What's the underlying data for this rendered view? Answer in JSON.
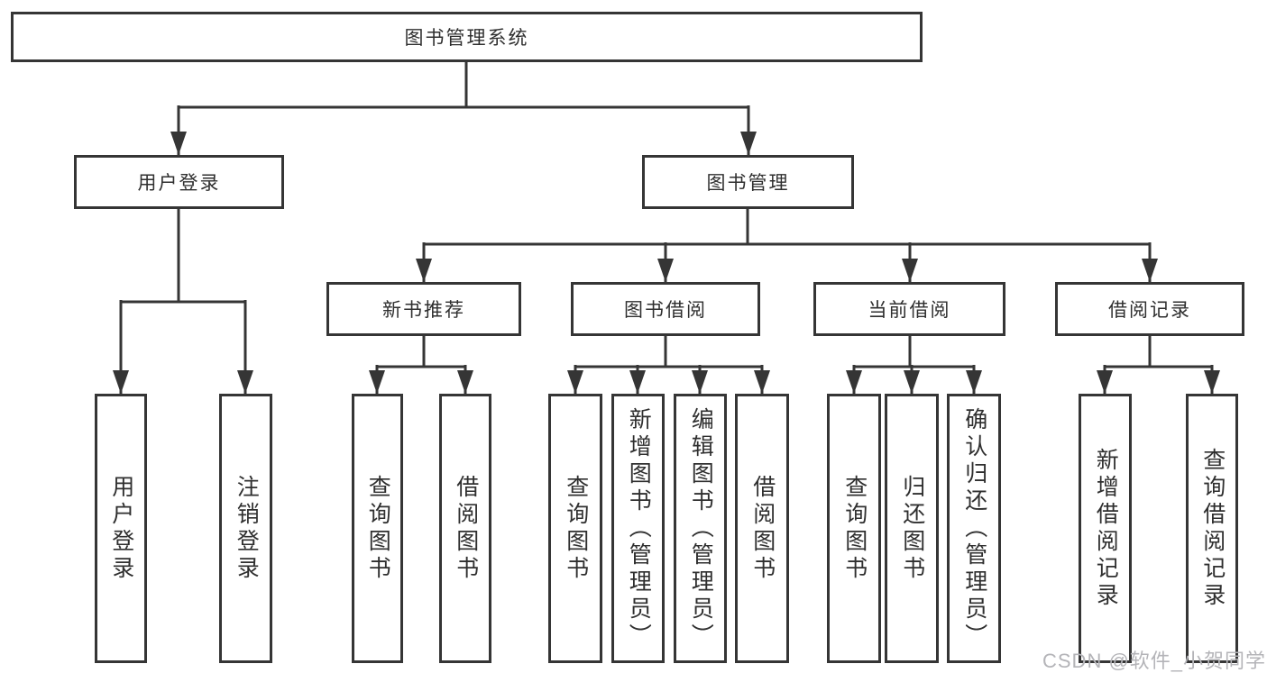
{
  "diagram": {
    "title_node": "图书管理系统",
    "root": {
      "id": "library-management-system",
      "label": "图书管理系统"
    },
    "level2": [
      {
        "id": "user-login",
        "label": "用户登录",
        "parent": "library-management-system"
      },
      {
        "id": "book-management",
        "label": "图书管理",
        "parent": "library-management-system"
      }
    ],
    "level3": [
      {
        "id": "new-book-recommendation",
        "label": "新书推荐",
        "parent": "book-management"
      },
      {
        "id": "book-borrowing",
        "label": "图书借阅",
        "parent": "book-management"
      },
      {
        "id": "current-borrowing",
        "label": "当前借阅",
        "parent": "book-management"
      },
      {
        "id": "borrowing-records",
        "label": "借阅记录",
        "parent": "book-management"
      }
    ],
    "leaves": [
      {
        "id": "leaf-user-login",
        "label": "用户登录",
        "parent": "user-login"
      },
      {
        "id": "leaf-logout",
        "label": "注销登录",
        "parent": "user-login"
      },
      {
        "id": "leaf-query-books-recommend",
        "label": "查询图书",
        "parent": "new-book-recommendation"
      },
      {
        "id": "leaf-borrow-books-recommend",
        "label": "借阅图书",
        "parent": "new-book-recommendation"
      },
      {
        "id": "leaf-query-books-borrowing",
        "label": "查询图书",
        "parent": "book-borrowing"
      },
      {
        "id": "leaf-add-books-admin",
        "label": "新增图书（管理员）",
        "parent": "book-borrowing"
      },
      {
        "id": "leaf-edit-books-admin",
        "label": "编辑图书（管理员）",
        "parent": "book-borrowing"
      },
      {
        "id": "leaf-borrow-books-borrowing",
        "label": "借阅图书",
        "parent": "book-borrowing"
      },
      {
        "id": "leaf-query-books-current",
        "label": "查询图书",
        "parent": "current-borrowing"
      },
      {
        "id": "leaf-return-books",
        "label": "归还图书",
        "parent": "current-borrowing"
      },
      {
        "id": "leaf-confirm-return-admin",
        "label": "确认归还（管理员）",
        "parent": "current-borrowing"
      },
      {
        "id": "leaf-add-borrow-record",
        "label": "新增借阅记录",
        "parent": "borrowing-records"
      },
      {
        "id": "leaf-query-borrow-record",
        "label": "查询借阅记录",
        "parent": "borrowing-records"
      }
    ]
  },
  "watermark": {
    "text": "CSDN @软件_小贺同学"
  },
  "colors": {
    "line": "#353535",
    "box_border": "#353535",
    "text": "#2f2f2f",
    "watermark": "#b4b4b8",
    "background": "#ffffff"
  }
}
